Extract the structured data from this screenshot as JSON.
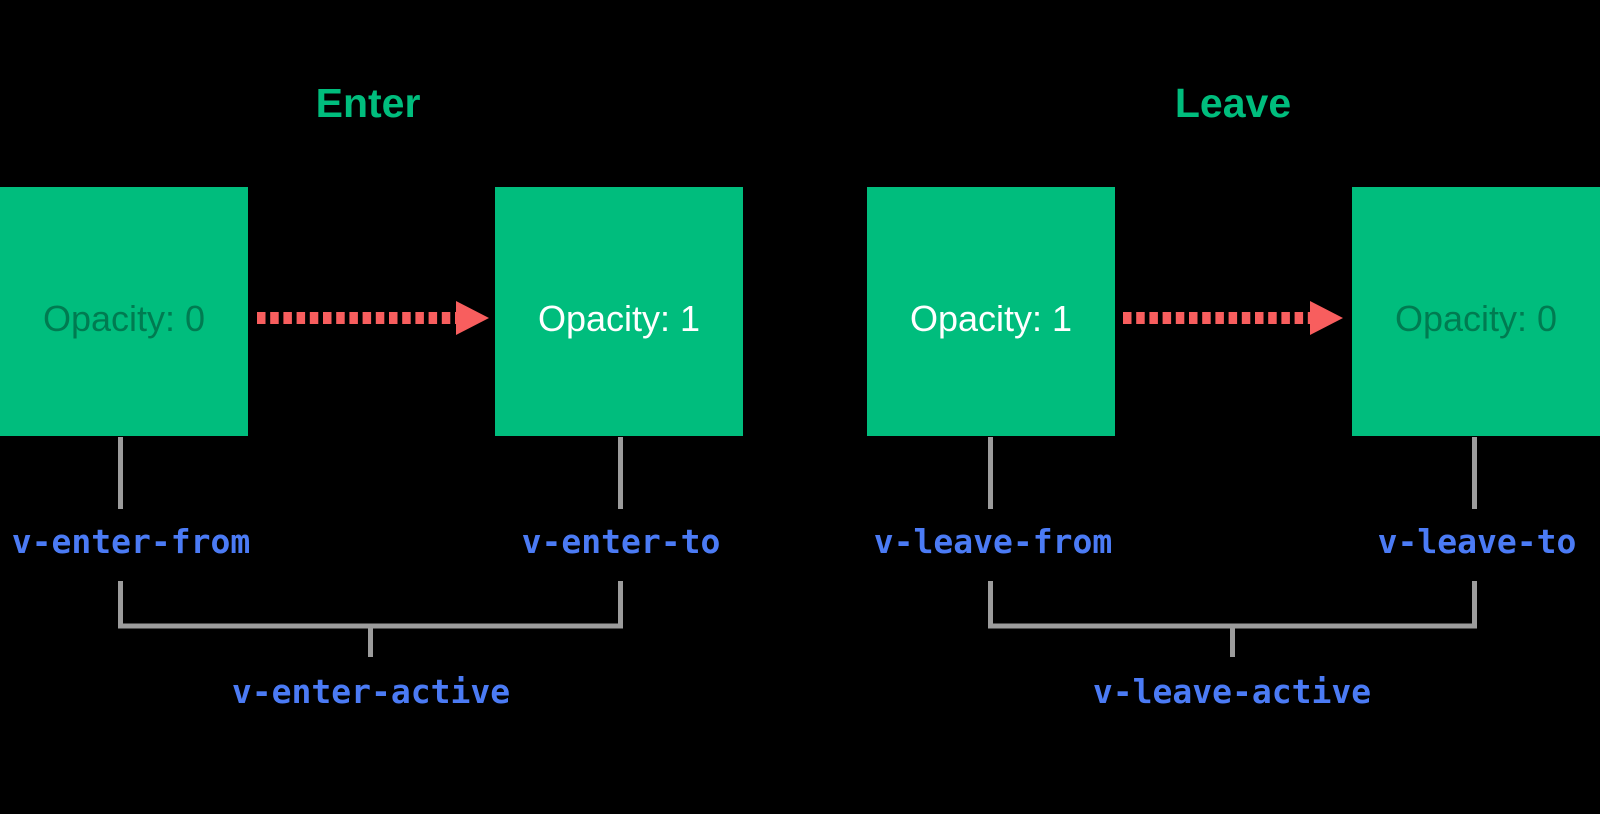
{
  "diagram": {
    "description": "Vue transition classes timeline diagram",
    "colors": {
      "background": "#000000",
      "box_green": "#00bd7d",
      "title_green": "#00bd7d",
      "arrow_red": "#f85e5e",
      "class_blue": "#4b7bf5",
      "connector_gray": "#9c9c9c",
      "box_text_solid": "#ffffff"
    }
  },
  "enter": {
    "title": "Enter",
    "from_box_label": "Opacity: 0",
    "to_box_label": "Opacity: 1",
    "from_class": "v-enter-from",
    "to_class": "v-enter-to",
    "active_class": "v-enter-active"
  },
  "leave": {
    "title": "Leave",
    "from_box_label": "Opacity: 1",
    "to_box_label": "Opacity: 0",
    "from_class": "v-leave-from",
    "to_class": "v-leave-to",
    "active_class": "v-leave-active"
  }
}
